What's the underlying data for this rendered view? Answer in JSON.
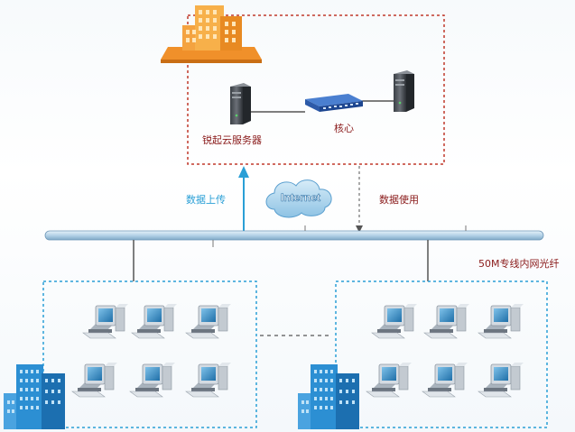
{
  "labels": {
    "cloud_server": "锐起云服务器",
    "core": "核心",
    "internet": "Internet",
    "data_upload": "数据上传",
    "data_use": "数据使用",
    "fiber_line": "50M专线内网光纤"
  },
  "colors": {
    "dashed_red": "#c0392b",
    "dashed_blue": "#2a9fd6",
    "upload_arrow": "#2a9fd6",
    "bus": "#9fc3dc",
    "building_orange": "#f0902a",
    "building_blue": "#2c8fd3",
    "text_red": "#8a1a1a"
  },
  "icons": {
    "top_building": "office-building-icon",
    "server": "server-icon",
    "switch": "network-switch-icon",
    "cloud": "internet-cloud-icon",
    "computer": "desktop-computer-icon",
    "branch_building": "blue-building-icon"
  }
}
